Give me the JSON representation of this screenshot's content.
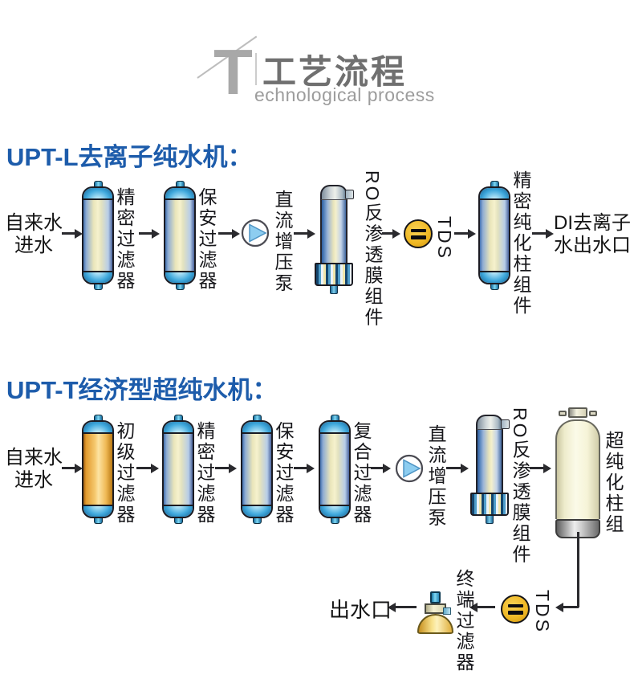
{
  "header": {
    "initial": "T",
    "title_cn": "工艺流程",
    "subtitle": "echnological process"
  },
  "flow1": {
    "title": "UPT-L去离子纯水机：",
    "input": "自来水\n进水",
    "filter1": "精密过滤器",
    "filter2": "保安过滤器",
    "pump": "直流增压泵",
    "ro": "RO反渗透膜组件",
    "tds": "TDS",
    "column": "精密纯化柱组件",
    "output": "DI去离子\n水出水口"
  },
  "flow2": {
    "title": "UPT-T经济型超纯水机：",
    "input": "自来水\n进水",
    "filter0": "初级过滤器",
    "filter1": "精密过滤器",
    "filter2": "保安过滤器",
    "filter3": "复合过滤器",
    "pump": "直流增压泵",
    "ro": "RO反渗透膜组件",
    "tank": "超纯化柱组",
    "tds": "TDS",
    "terminal": "终端过滤器",
    "output": "出水口"
  },
  "colors": {
    "title_blue": "#1d5cab",
    "tds_gold": "#efb824",
    "pump_blue": "#8dcdf0",
    "primary_filter_orange": "#f2c469",
    "header_gray": "#a8a8a8"
  }
}
